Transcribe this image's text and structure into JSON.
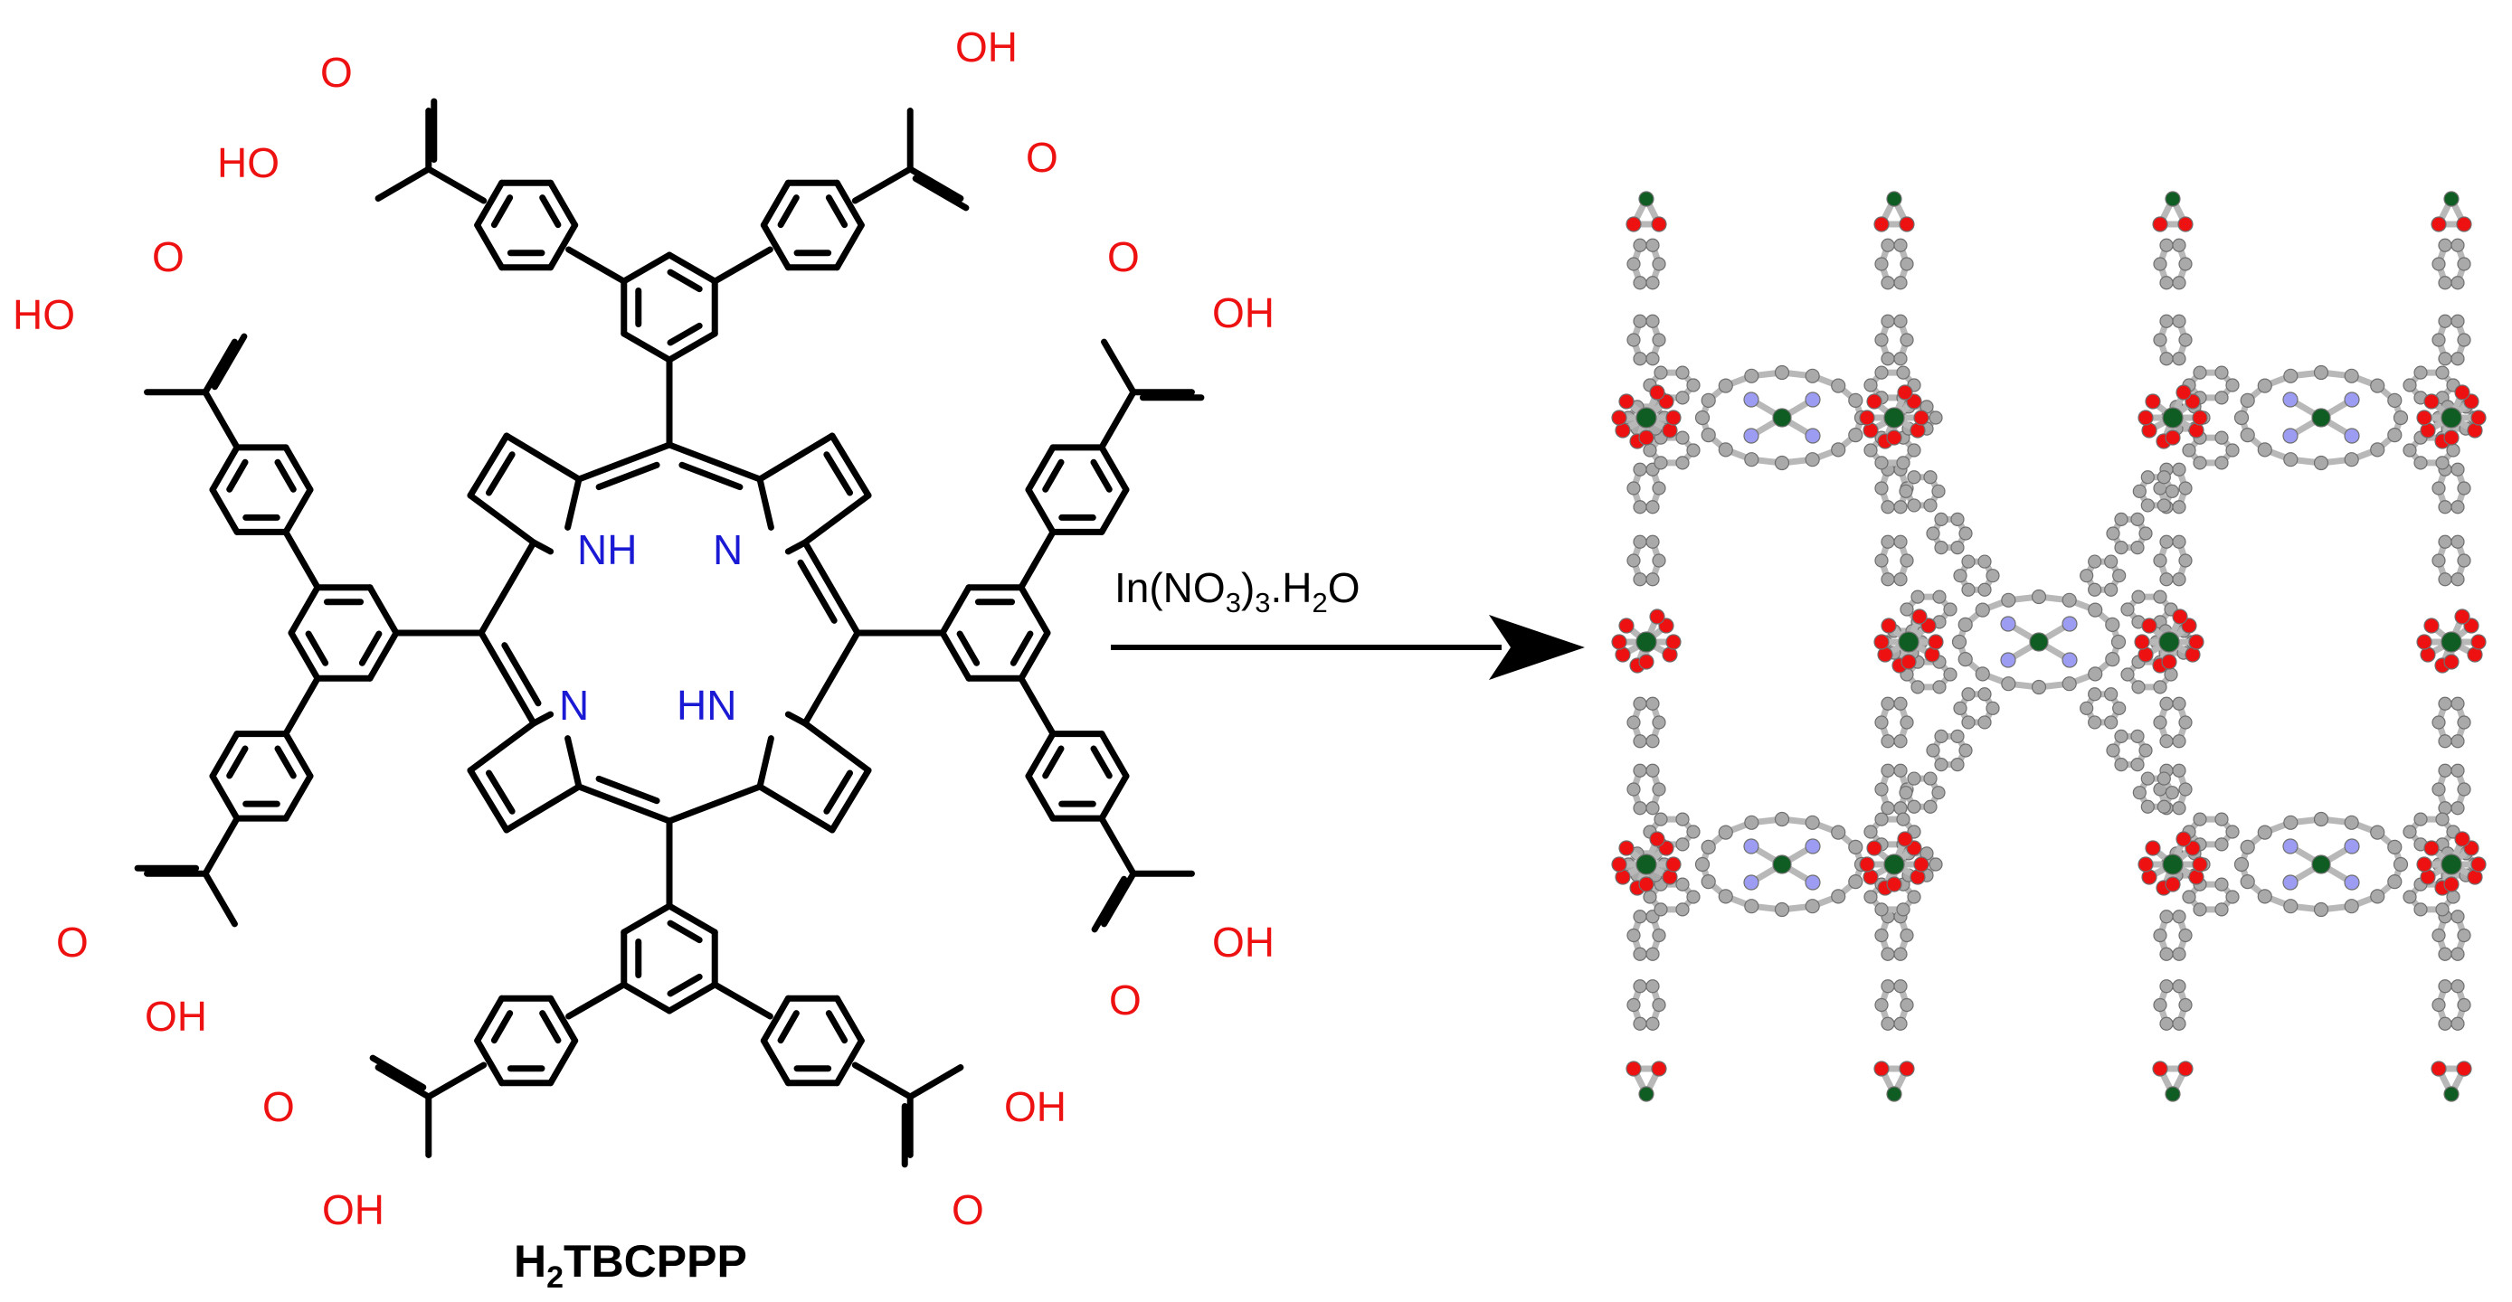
{
  "molecule": {
    "name_prefix": "H",
    "name_sub": "2",
    "name_suffix": "TBCPPP"
  },
  "labels": {
    "oh": "OH",
    "ho": "HO",
    "o": "O",
    "nh": "NH",
    "hn": "HN",
    "n": "N"
  },
  "reagent": {
    "part1": "In(NO",
    "sub1": "3",
    "part2": ")",
    "sub2": "3",
    "part3": ".H",
    "sub3": "2",
    "part4": "O"
  },
  "colors": {
    "oxygen": "#ee1111",
    "nitrogen": "#1a1ad4",
    "carbon_atom": "#a9a9a9",
    "indium": "#0f5d22",
    "nitrogen_atom": "#9c9cf2",
    "bond": "#000000"
  },
  "icons": {
    "arrow": "right-arrow-icon"
  }
}
